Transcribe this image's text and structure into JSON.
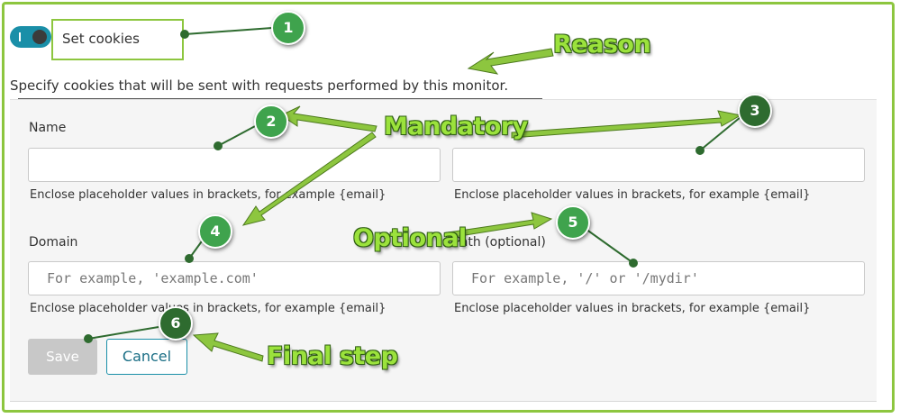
{
  "toggle": {
    "label": "Set cookies",
    "state": "on"
  },
  "description": "Specify cookies that will be sent with requests performed by this monitor.",
  "form": {
    "name_label": "Name",
    "name_value": "",
    "value_value": "",
    "domain_label": "Domain",
    "domain_placeholder": "For example, 'example.com'",
    "path_label": "Path (optional)",
    "path_placeholder": "For example, '/' or '/mydir'",
    "hint": "Enclose placeholder values in brackets, for example {email}"
  },
  "buttons": {
    "save": "Save",
    "cancel": "Cancel"
  },
  "annotations": {
    "reason": "Reason",
    "mandatory": "Mandatory",
    "optional": "Optional",
    "final_step": "Final step",
    "badges": [
      "1",
      "2",
      "3",
      "4",
      "5",
      "6"
    ]
  },
  "colors": {
    "accent": "#1a8fa8",
    "annotation": "#8dc63f",
    "badge": "#3fa34d"
  }
}
